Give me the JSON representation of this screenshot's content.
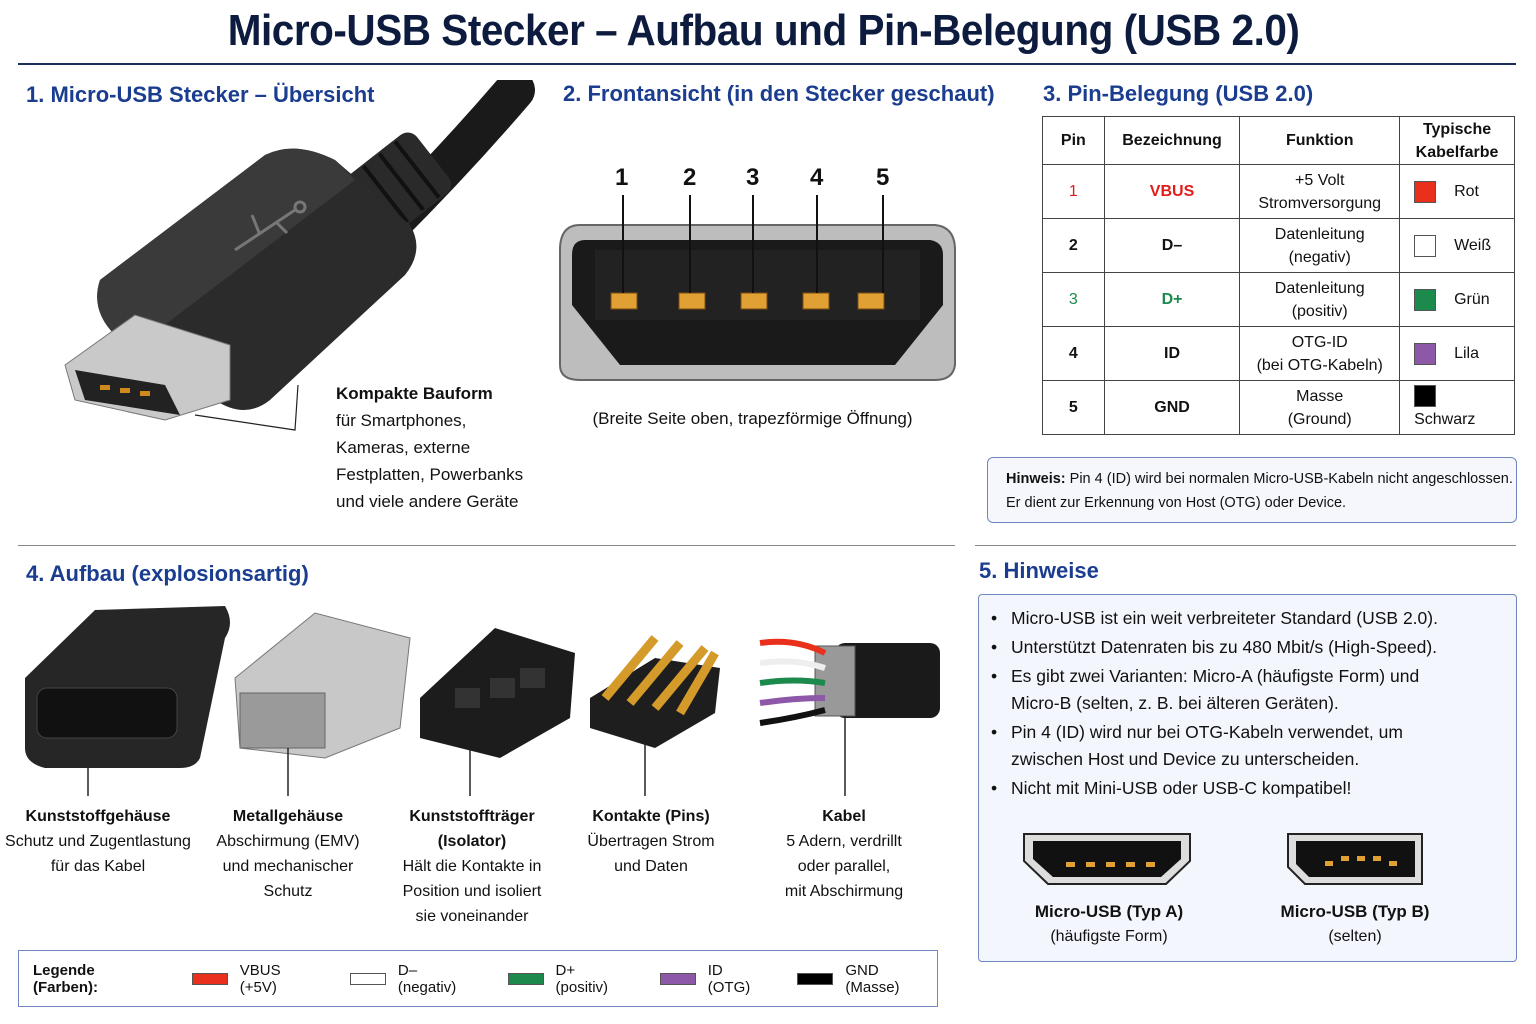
{
  "title": "Micro-USB Stecker – Aufbau und Pin-Belegung (USB 2.0)",
  "section1": {
    "heading": "1. Micro-USB Stecker – Übersicht",
    "callout_title": "Kompakte Bauform",
    "callout_lines": [
      "für Smartphones,",
      "Kameras, externe",
      "Festplatten, Powerbanks",
      "und viele andere Geräte"
    ]
  },
  "section2": {
    "heading": "2. Frontansicht (in den Stecker geschaut)",
    "pins": [
      "1",
      "2",
      "3",
      "4",
      "5"
    ],
    "caption": "(Breite Seite oben, trapezförmige Öffnung)"
  },
  "section3": {
    "heading": "3. Pin-Belegung (USB 2.0)",
    "headers": [
      "Pin",
      "Bezeichnung",
      "Funktion",
      "Typische Kabelfarbe"
    ],
    "rows": [
      {
        "pin": "1",
        "name": "VBUS",
        "func1": "+5 Volt",
        "func2": "Stromversorgung",
        "color_name": "Rot",
        "color": "#e8301c",
        "text_color": "#e21b1b"
      },
      {
        "pin": "2",
        "name": "D–",
        "func1": "Datenleitung",
        "func2": "(negativ)",
        "color_name": "Weiß",
        "color": "#ffffff",
        "text_color": "#111111"
      },
      {
        "pin": "3",
        "name": "D+",
        "func1": "Datenleitung",
        "func2": "(positiv)",
        "color_name": "Grün",
        "color": "#1d8a4d",
        "text_color": "#1d8a4d"
      },
      {
        "pin": "4",
        "name": "ID",
        "func1": "OTG-ID",
        "func2": "(bei OTG-Kabeln)",
        "color_name": "Lila",
        "color": "#8e58a8",
        "text_color": "#111111"
      },
      {
        "pin": "5",
        "name": "GND",
        "func1": "Masse",
        "func2": "(Ground)",
        "color_name": "Schwarz",
        "color": "#000000",
        "text_color": "#111111"
      }
    ],
    "note_label": "Hinweis:",
    "note_line1": "Pin 4 (ID) wird bei normalen Micro-USB-Kabeln nicht angeschlossen.",
    "note_line2": "Er dient zur Erkennung von Host (OTG) oder Device."
  },
  "section4": {
    "heading": "4. Aufbau (explosionsartig)",
    "parts": [
      {
        "title": "Kunststoffgehäuse",
        "lines": [
          "Schutz und Zugentlastung",
          "für das Kabel"
        ]
      },
      {
        "title": "Metallgehäuse",
        "lines": [
          "Abschirmung (EMV)",
          "und mechanischer",
          "Schutz"
        ]
      },
      {
        "title": "Kunststoffträger",
        "lines": [
          "(Isolator)",
          "Hält die Kontakte in",
          "Position und isoliert",
          "sie voneinander"
        ]
      },
      {
        "title": "Kontakte (Pins)",
        "lines": [
          "Übertragen Strom",
          "und Daten"
        ]
      },
      {
        "title": "Kabel",
        "lines": [
          "5 Adern, verdrillt",
          "oder parallel,",
          "mit Abschirmung"
        ]
      }
    ]
  },
  "legend": {
    "label": "Legende (Farben):",
    "items": [
      {
        "label": "VBUS (+5V)",
        "color": "#e8301c"
      },
      {
        "label": "D– (negativ)",
        "color": "#ffffff"
      },
      {
        "label": "D+ (positiv)",
        "color": "#1d8a4d"
      },
      {
        "label": "ID (OTG)",
        "color": "#8e58a8"
      },
      {
        "label": "GND (Masse)",
        "color": "#000000"
      }
    ]
  },
  "section5": {
    "heading": "5. Hinweise",
    "items": [
      "Micro-USB ist ein weit verbreiteter Standard (USB 2.0).",
      "Unterstützt Datenraten bis zu 480 Mbit/s (High-Speed).",
      "Es gibt zwei Varianten: Micro-A (häufigste Form) und Micro-B (selten, z. B. bei älteren Geräten).",
      "Pin 4 (ID) wird nur bei OTG-Kabeln verwendet, um zwischen Host und Device zu unterscheiden.",
      "Nicht mit Mini-USB oder USB-C kompatibel!"
    ],
    "typeA_title": "Micro-USB (Typ A)",
    "typeA_sub": "(häufigste Form)",
    "typeB_title": "Micro-USB (Typ B)",
    "typeB_sub": "(selten)"
  }
}
